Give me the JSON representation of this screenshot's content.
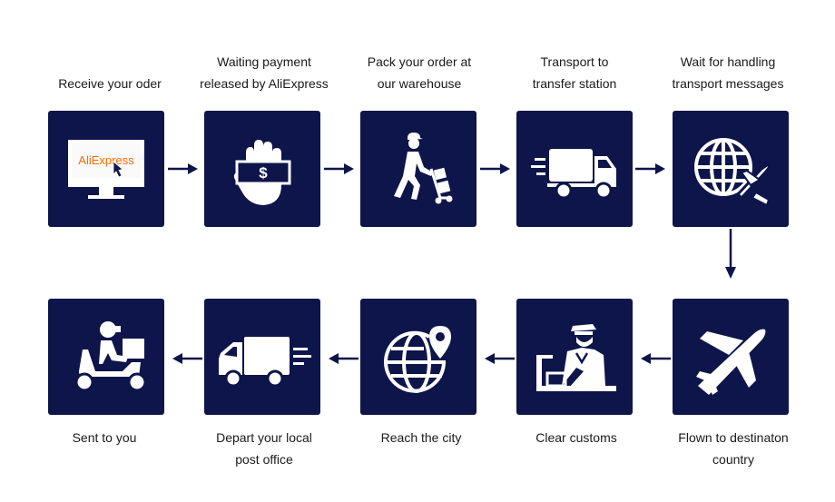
{
  "colors": {
    "box": "#0e154a",
    "arrow": "#0e154a",
    "icon": "#ffffff",
    "brand": "#ff6a00"
  },
  "steps": [
    {
      "lines": [
        "Receive your oder"
      ],
      "icon": "computer-icon",
      "brand": "AliExpress"
    },
    {
      "lines": [
        "Waiting payment",
        "released by AliExpress"
      ],
      "icon": "hand-money-icon",
      "symbol": "$"
    },
    {
      "lines": [
        "Pack your order at",
        "our warehouse"
      ],
      "icon": "worker-cart-icon"
    },
    {
      "lines": [
        "Transport to",
        "transfer station"
      ],
      "icon": "truck-icon"
    },
    {
      "lines": [
        "Wait for handling",
        "transport messages"
      ],
      "icon": "globe-plane-icon"
    },
    {
      "lines": [
        "Flown to destinaton",
        "country"
      ],
      "icon": "airplane-icon"
    },
    {
      "lines": [
        "Clear customs"
      ],
      "icon": "customs-officer-icon"
    },
    {
      "lines": [
        "Reach the city"
      ],
      "icon": "globe-pin-icon"
    },
    {
      "lines": [
        "Depart your local",
        "post office"
      ],
      "icon": "delivery-truck-icon"
    },
    {
      "lines": [
        "Sent to you"
      ],
      "icon": "scooter-icon"
    }
  ]
}
